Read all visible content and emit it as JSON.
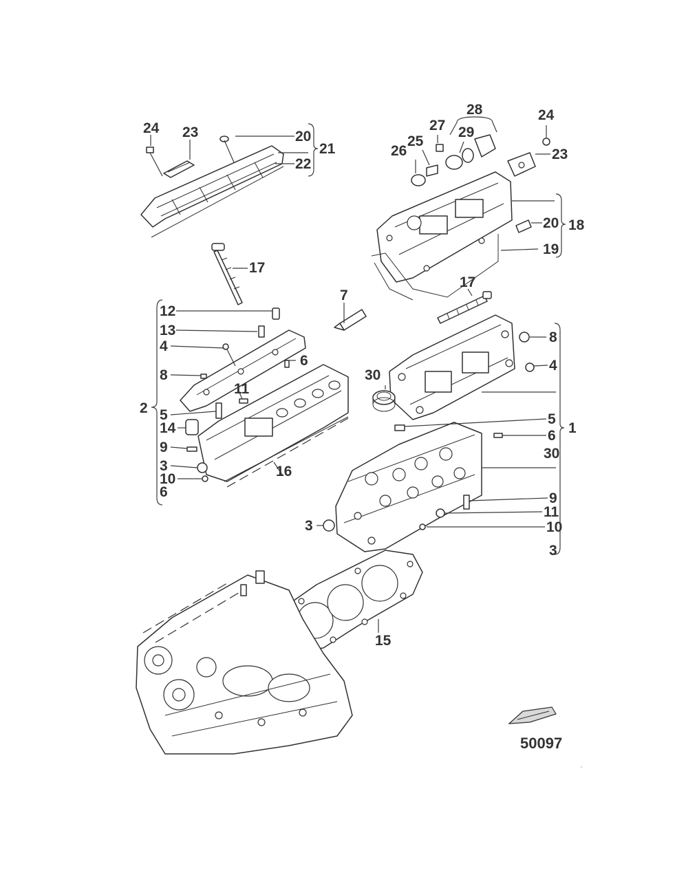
{
  "figure_id": "50097",
  "callouts": {
    "left_24": "24",
    "left_23": "23",
    "left_20": "20",
    "left_21": "21",
    "left_22": "22",
    "left_17": "17",
    "left_7": "7",
    "left_12": "12",
    "left_13": "13",
    "left_4": "4",
    "left_6": "6",
    "left_8": "8",
    "left_11": "11",
    "left_2": "2",
    "left_5": "5",
    "left_14": "14",
    "left_9": "9",
    "left_3": "3",
    "left_10": "10",
    "left_16": "16",
    "left_6b": "6",
    "right_28": "28",
    "right_27": "27",
    "right_29": "29",
    "right_24": "24",
    "right_26": "26",
    "right_25": "25",
    "right_23": "23",
    "right_20": "20",
    "right_18": "18",
    "right_19": "19",
    "right_17": "17",
    "right_8": "8",
    "right_4": "4",
    "right_30": "30",
    "right_5": "5",
    "right_1": "1",
    "right_6": "6",
    "right_30b": "30",
    "right_9": "9",
    "right_11": "11",
    "right_3": "3",
    "right_10": "10",
    "right_3b": "3",
    "right_15": "15"
  },
  "colors": {
    "line": "#2f2f2f",
    "text": "#333333",
    "background": "#ffffff"
  }
}
